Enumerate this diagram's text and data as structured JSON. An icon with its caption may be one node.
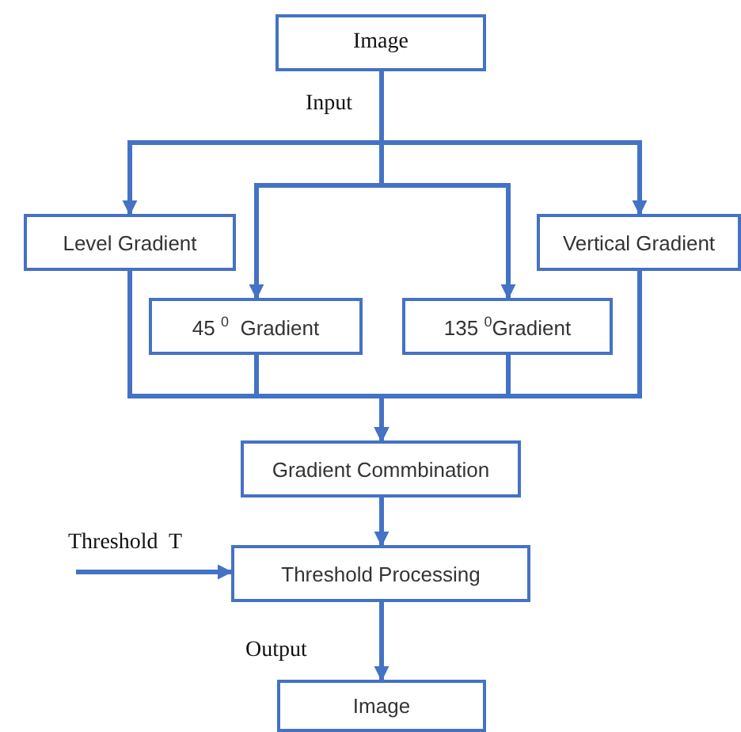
{
  "diagram": {
    "nodes": [
      {
        "text": [
          "Image"
        ]
      },
      {
        "text": [
          "Level Gradient"
        ]
      },
      {
        "text": [
          "Vertical Gradient"
        ]
      },
      {
        "text": [
          "45 $^{0}$  Gradient"
        ]
      },
      {
        "text": [
          "135 $^{0}$Gradient"
        ]
      },
      {
        "text": [
          "Gradient Commbination"
        ]
      },
      {
        "text": [
          "Threshold Processing"
        ]
      },
      {
        "text": [
          "Image"
        ]
      }
    ],
    "edges": [
      {
        "from": 0,
        "to": 1,
        "arrow": "to"
      },
      {
        "from": 0,
        "to": 2,
        "arrow": "to"
      },
      {
        "from": 0,
        "to": 3,
        "arrow": "to"
      },
      {
        "from": 0,
        "to": 4,
        "arrow": "to"
      },
      {
        "from": 1,
        "to": 5,
        "arrow": "to"
      },
      {
        "from": 3,
        "to": 5,
        "arrow": "to"
      },
      {
        "from": 4,
        "to": 5,
        "arrow": "to"
      },
      {
        "from": 2,
        "to": 5,
        "arrow": "to"
      },
      {
        "from": 5,
        "to": 6,
        "arrow": "to"
      },
      {
        "from": null,
        "to": 6,
        "arrow": "to",
        "label": "Threshold  T"
      },
      {
        "from": 6,
        "to": 7,
        "arrow": "to",
        "label": "Output"
      }
    ],
    "labels": [
      "Input"
    ]
  }
}
